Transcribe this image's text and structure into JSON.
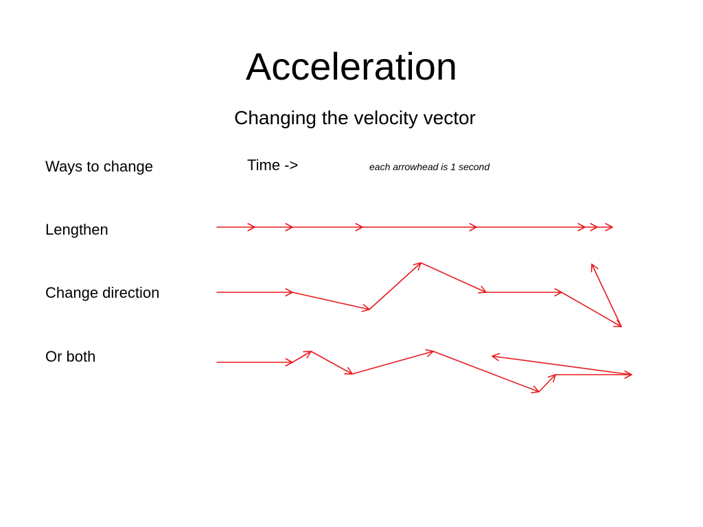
{
  "slide": {
    "title": "Acceleration",
    "subtitle": "Changing the velocity vector"
  },
  "labels": {
    "ways_to_change": "Ways to change",
    "time": "Time ->",
    "arrow_note": "each arrowhead is 1 second",
    "lengthen": "Lengthen",
    "change_direction": "Change direction",
    "or_both": "Or both"
  },
  "arrow_color": "#e8191c"
}
